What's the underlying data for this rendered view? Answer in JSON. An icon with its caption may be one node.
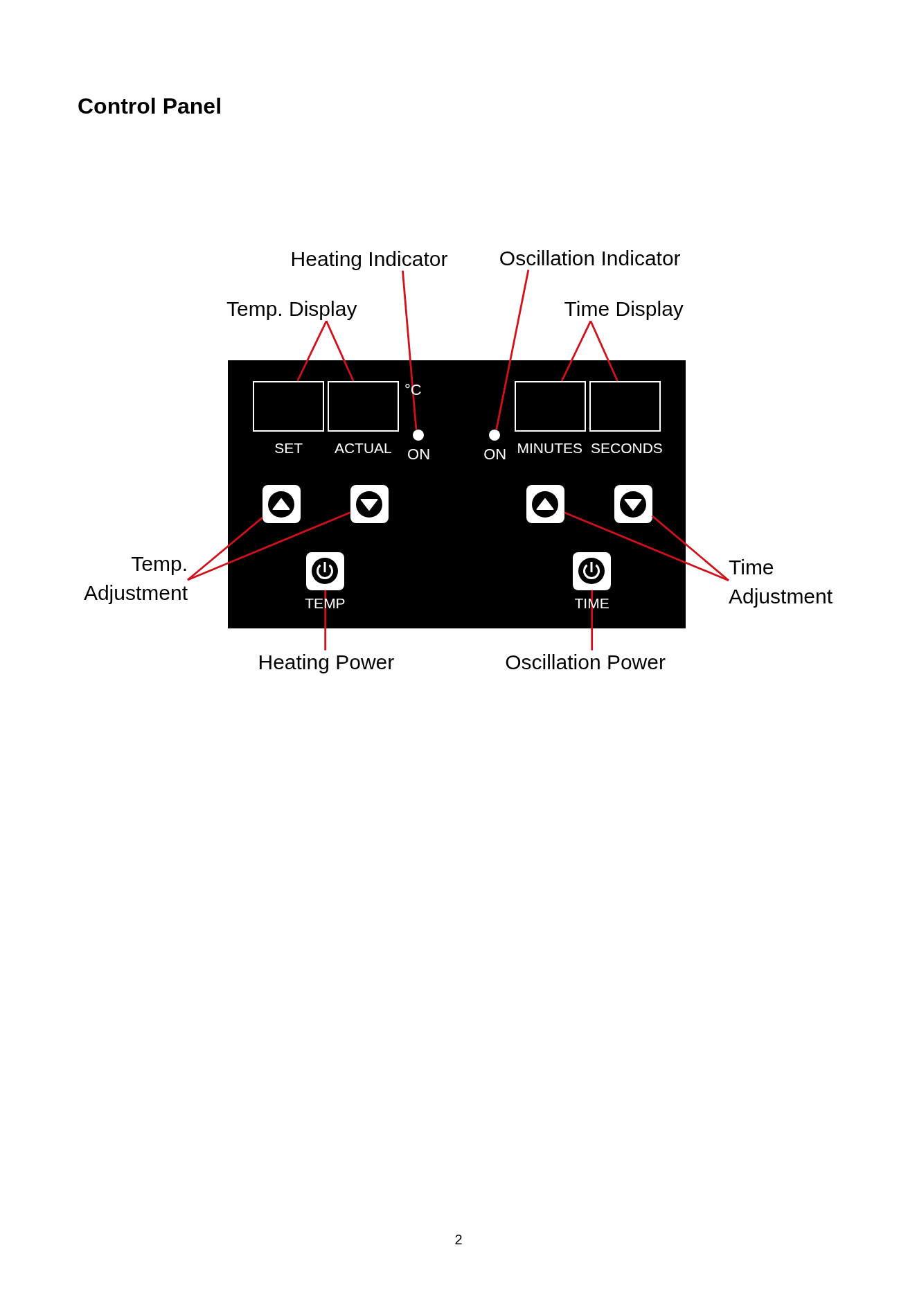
{
  "diagram": {
    "title": "Control Panel",
    "nodes": [
      {
        "text": [
          "Heating Indicator"
        ]
      },
      {
        "text": [
          "Oscillation Indicator"
        ]
      },
      {
        "text": [
          "Temp. Display"
        ]
      },
      {
        "text": [
          "Time Display"
        ]
      },
      {
        "text": [],
        "shape": "box"
      },
      {
        "text": [],
        "shape": "box",
        "in": 4,
        "beside": [
          "SET"
        ]
      },
      {
        "text": [],
        "shape": "box",
        "in": 4,
        "beside": [
          "ACTUAL"
        ]
      },
      {
        "text": [],
        "shape": "circle",
        "in": 4,
        "beside": [
          "ON"
        ]
      },
      {
        "text": [],
        "shape": "circle",
        "in": 4,
        "beside": [
          "ON"
        ]
      },
      {
        "text": [],
        "shape": "box",
        "in": 4,
        "beside": [
          "MINUTES"
        ]
      },
      {
        "text": [],
        "shape": "box",
        "in": 4,
        "beside": [
          "SECONDS"
        ]
      },
      {
        "text": [],
        "shape": "button",
        "in": 4
      },
      {
        "text": [],
        "shape": "button",
        "in": 4
      },
      {
        "text": [],
        "shape": "button",
        "in": 4
      },
      {
        "text": [],
        "shape": "button",
        "in": 4
      },
      {
        "text": [
          "Temp. Adjustment"
        ]
      },
      {
        "text": [
          "Time Adjustment"
        ]
      },
      {
        "text": [],
        "shape": "button",
        "in": 4,
        "beside": [
          "TEMP"
        ]
      },
      {
        "text": [],
        "shape": "button",
        "in": 4,
        "beside": [
          "TIME"
        ]
      },
      {
        "text": [
          "Heating Power"
        ]
      },
      {
        "text": [
          "Oscillation Power"
        ]
      }
    ],
    "edges": [
      {
        "from": 0,
        "to": 7,
        "arrow": "none"
      },
      {
        "from": 1,
        "to": 8,
        "arrow": "none"
      },
      {
        "from": 2,
        "to": 5,
        "arrow": "none"
      },
      {
        "from": 2,
        "to": 6,
        "arrow": "none"
      },
      {
        "from": 3,
        "to": 9,
        "arrow": "none"
      },
      {
        "from": 3,
        "to": 10,
        "arrow": "none"
      },
      {
        "from": 15,
        "to": 11,
        "arrow": "none"
      },
      {
        "from": 15,
        "to": 12,
        "arrow": "none"
      },
      {
        "from": 16,
        "to": 13,
        "arrow": "none"
      },
      {
        "from": 16,
        "to": 14,
        "arrow": "none"
      },
      {
        "from": 19,
        "to": 17,
        "arrow": "none"
      },
      {
        "from": 20,
        "to": 18,
        "arrow": "none"
      }
    ],
    "labels": [
      "°C",
      "2"
    ]
  }
}
